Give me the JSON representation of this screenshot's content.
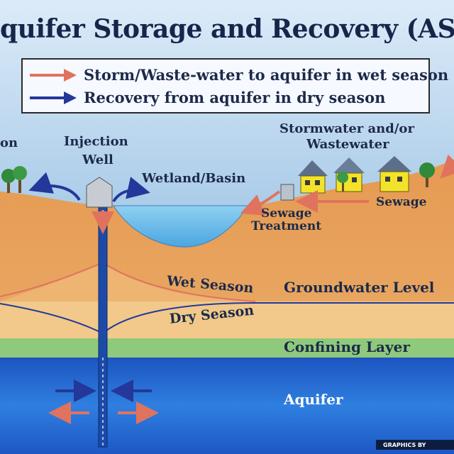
{
  "title": "quifer Storage and Recovery (ASR",
  "legend": {
    "items": [
      {
        "label": "Storm/Waste-water to aquifer in wet season",
        "color": "#e0735e"
      },
      {
        "label": "Recovery from aquifer in dry season",
        "color": "#23389a"
      }
    ]
  },
  "labels": {
    "left_cut": "on",
    "injection_well": "Injection",
    "injection_well_2": "Well",
    "wetland": "Wetland/Basin",
    "stormwater": "Stormwater and/or",
    "stormwater_2": "Wastewater",
    "sewage": "Sewage",
    "sewage_treatment": "Sewage",
    "sewage_treatment_2": "Treatment",
    "wet_season": "Wet Season",
    "dry_season": "Dry Season",
    "groundwater_level": "Groundwater Level",
    "confining_layer": "Confining Layer",
    "aquifer": "Aquifer"
  },
  "credit": "GRAPHICS BY",
  "colors": {
    "sky": "#bcd8ee",
    "soil": "#e2a460",
    "saturated": "#f2c98a",
    "confining": "#8fca7c",
    "aquifer": "#1d5fc8",
    "wet_arrow": "#e0735e",
    "dry_arrow": "#23389a"
  }
}
